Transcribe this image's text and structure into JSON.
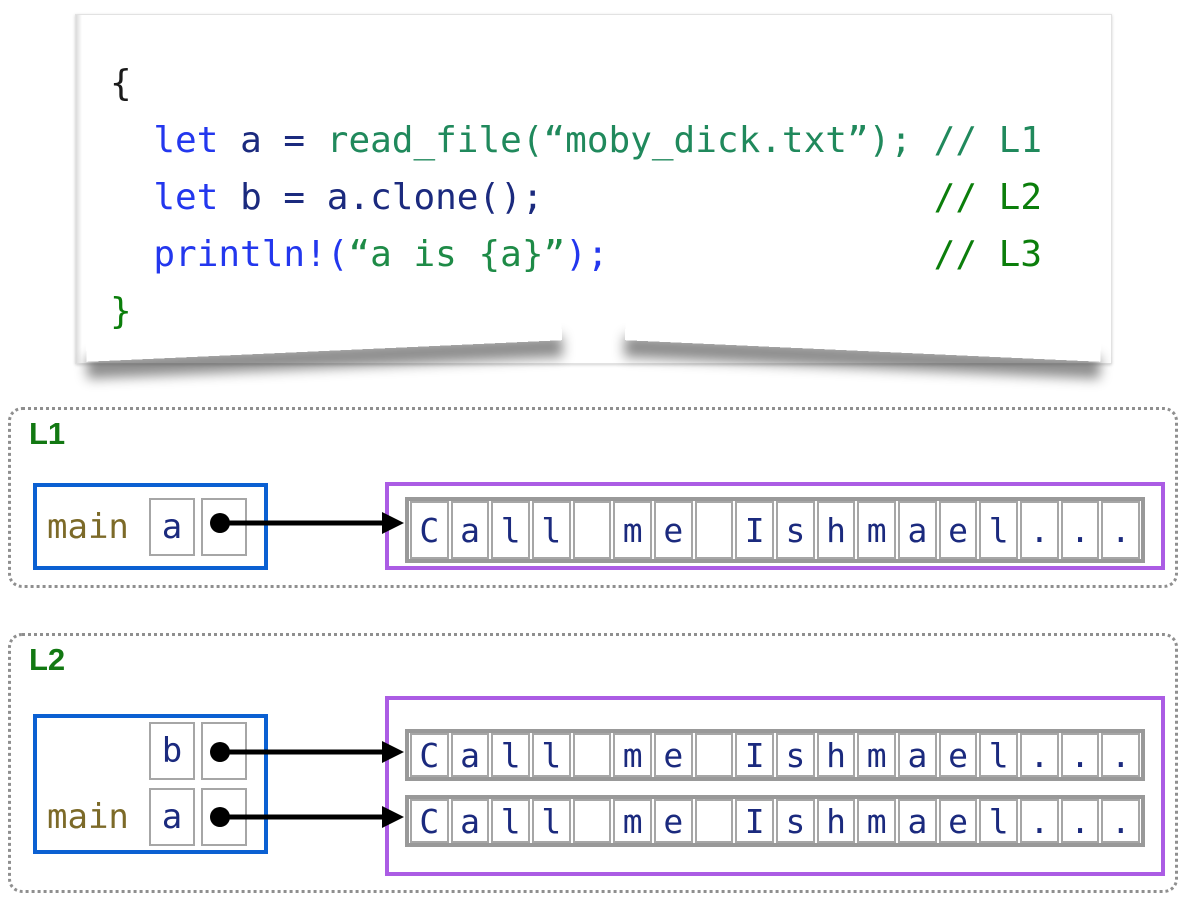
{
  "figure": {
    "title": "rust-string-clone-ownership-diagram",
    "code_card": {
      "lines": [
        {
          "tokens": [
            {
              "text": "{",
              "color": "plain"
            }
          ]
        },
        {
          "tokens": [
            {
              "text": "  ",
              "color": "plain"
            },
            {
              "text": "let ",
              "color": "keyword"
            },
            {
              "text": "a = ",
              "color": "ident"
            },
            {
              "text": "read_file(“moby_dick.txt”); ",
              "color": "teal"
            },
            {
              "text": "// L1",
              "color": "teal"
            }
          ]
        },
        {
          "tokens": [
            {
              "text": "  ",
              "color": "plain"
            },
            {
              "text": "let ",
              "color": "keyword"
            },
            {
              "text": "b = a.clone();",
              "color": "ident"
            },
            {
              "text": "                  ",
              "color": "plain"
            },
            {
              "text": "// L2",
              "color": "comment"
            }
          ]
        },
        {
          "tokens": [
            {
              "text": "  ",
              "color": "plain"
            },
            {
              "text": "println!(",
              "color": "keyword"
            },
            {
              "text": "“a is {a}”",
              "color": "string"
            },
            {
              "text": ");",
              "color": "keyword"
            },
            {
              "text": "               ",
              "color": "plain"
            },
            {
              "text": "// L3",
              "color": "comment"
            }
          ]
        },
        {
          "tokens": [
            {
              "text": "}",
              "color": "comment"
            }
          ]
        }
      ]
    },
    "frames": [
      {
        "label": "L1",
        "stack_frame": {
          "name": "main",
          "slots": [
            {
              "var": "a",
              "points_to": 0
            }
          ]
        },
        "heap_strings": [
          {
            "chars": [
              "C",
              "a",
              "l",
              "l",
              " ",
              "m",
              "e",
              " ",
              "I",
              "s",
              "h",
              "m",
              "a",
              "e",
              "l",
              ".",
              ".",
              "."
            ]
          }
        ]
      },
      {
        "label": "L2",
        "stack_frame": {
          "name": "main",
          "slots": [
            {
              "var": "b",
              "points_to": 0
            },
            {
              "var": "a",
              "points_to": 1
            }
          ]
        },
        "heap_strings": [
          {
            "chars": [
              "C",
              "a",
              "l",
              "l",
              " ",
              "m",
              "e",
              " ",
              "I",
              "s",
              "h",
              "m",
              "a",
              "e",
              "l",
              ".",
              ".",
              "."
            ]
          },
          {
            "chars": [
              "C",
              "a",
              "l",
              "l",
              " ",
              "m",
              "e",
              " ",
              "I",
              "s",
              "h",
              "m",
              "a",
              "e",
              "l",
              ".",
              ".",
              "."
            ]
          }
        ]
      }
    ],
    "colors": {
      "keyword": "#2337ee",
      "ident": "#1b2a7e",
      "teal": "#20895c",
      "string": "#1e8b47",
      "comment": "#0b7e0b",
      "plain": "#1a1a1a",
      "frame_label": "#127812",
      "stack_border": "#0b60d2",
      "heap_border": "#ab5ce4",
      "strip_border": "#999999",
      "cell_border": "#a6a6a6",
      "name_color": "#7c6a28",
      "char_color": "#1b2a7e",
      "arrow": "#000000"
    }
  }
}
